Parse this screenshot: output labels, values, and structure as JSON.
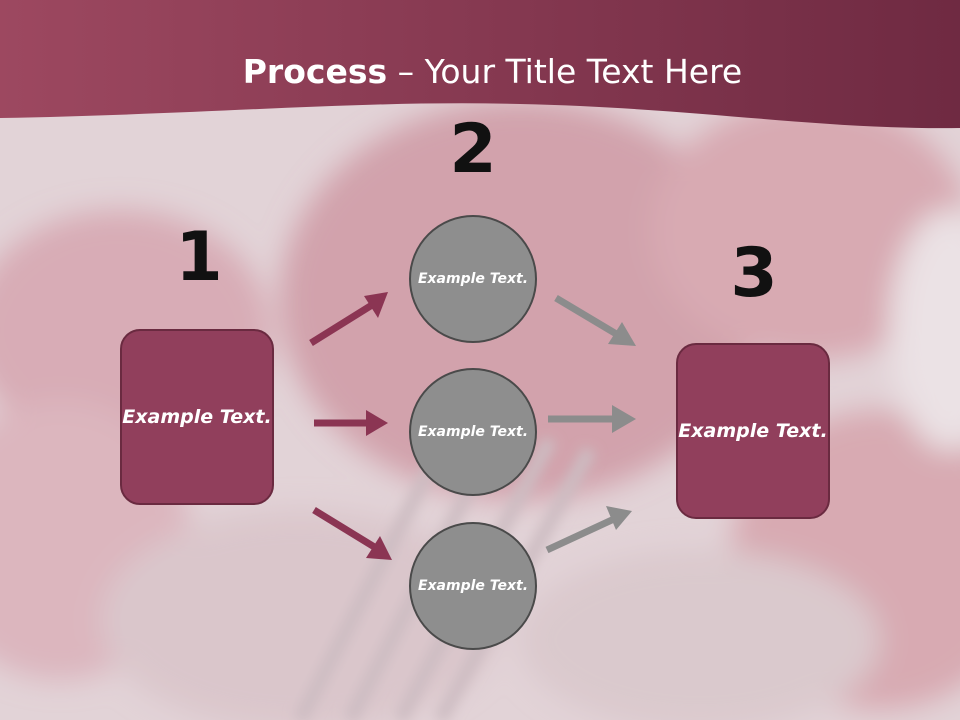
{
  "title": {
    "bold": "Process",
    "rest": " – Your Title Text Here"
  },
  "steps": {
    "one": "1",
    "two": "2",
    "three": "3"
  },
  "boxes": {
    "left": "Example Text.",
    "right": "Example Text."
  },
  "circles": [
    "Example Text.",
    "Example Text.",
    "Example Text."
  ],
  "colors": {
    "accent": "#913f5c",
    "circle": "#8e8e8e",
    "arrow_left": "#8b3553",
    "arrow_right": "#8c8c8c"
  }
}
